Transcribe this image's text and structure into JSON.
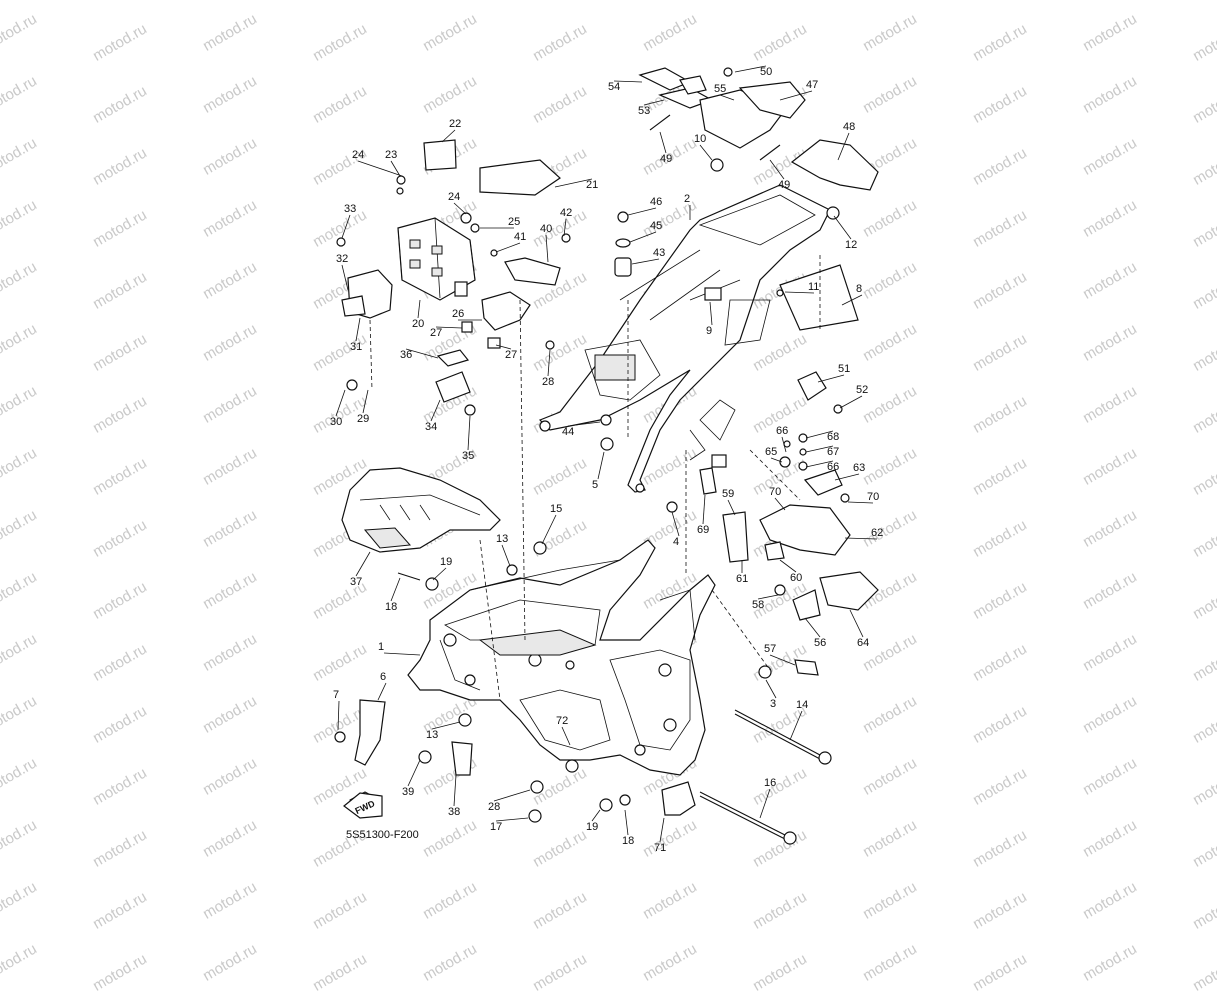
{
  "watermark": "motod.ru",
  "drawing_code": "5S51300-F200",
  "fwd_label": "FWD",
  "callouts": [
    {
      "id": "c1",
      "text": "1"
    },
    {
      "id": "c2",
      "text": "2"
    },
    {
      "id": "c3",
      "text": "3"
    },
    {
      "id": "c4",
      "text": "4"
    },
    {
      "id": "c5",
      "text": "5"
    },
    {
      "id": "c6",
      "text": "6"
    },
    {
      "id": "c7",
      "text": "7"
    },
    {
      "id": "c8",
      "text": "8"
    },
    {
      "id": "c9",
      "text": "9"
    },
    {
      "id": "c10",
      "text": "10"
    },
    {
      "id": "c11",
      "text": "11"
    },
    {
      "id": "c12",
      "text": "12"
    },
    {
      "id": "c13a",
      "text": "13"
    },
    {
      "id": "c13b",
      "text": "13"
    },
    {
      "id": "c14",
      "text": "14"
    },
    {
      "id": "c15",
      "text": "15"
    },
    {
      "id": "c16",
      "text": "16"
    },
    {
      "id": "c17",
      "text": "17"
    },
    {
      "id": "c18a",
      "text": "18"
    },
    {
      "id": "c18b",
      "text": "18"
    },
    {
      "id": "c19a",
      "text": "19"
    },
    {
      "id": "c19b",
      "text": "19"
    },
    {
      "id": "c20",
      "text": "20"
    },
    {
      "id": "c21",
      "text": "21"
    },
    {
      "id": "c22",
      "text": "22"
    },
    {
      "id": "c23",
      "text": "23"
    },
    {
      "id": "c24a",
      "text": "24"
    },
    {
      "id": "c24b",
      "text": "24"
    },
    {
      "id": "c25",
      "text": "25"
    },
    {
      "id": "c26",
      "text": "26"
    },
    {
      "id": "c27a",
      "text": "27"
    },
    {
      "id": "c27b",
      "text": "27"
    },
    {
      "id": "c28a",
      "text": "28"
    },
    {
      "id": "c28b",
      "text": "28"
    },
    {
      "id": "c29",
      "text": "29"
    },
    {
      "id": "c30",
      "text": "30"
    },
    {
      "id": "c31",
      "text": "31"
    },
    {
      "id": "c32",
      "text": "32"
    },
    {
      "id": "c33",
      "text": "33"
    },
    {
      "id": "c34",
      "text": "34"
    },
    {
      "id": "c35",
      "text": "35"
    },
    {
      "id": "c36",
      "text": "36"
    },
    {
      "id": "c37",
      "text": "37"
    },
    {
      "id": "c38",
      "text": "38"
    },
    {
      "id": "c39",
      "text": "39"
    },
    {
      "id": "c40",
      "text": "40"
    },
    {
      "id": "c41",
      "text": "41"
    },
    {
      "id": "c42",
      "text": "42"
    },
    {
      "id": "c43",
      "text": "43"
    },
    {
      "id": "c44",
      "text": "44"
    },
    {
      "id": "c45",
      "text": "45"
    },
    {
      "id": "c46",
      "text": "46"
    },
    {
      "id": "c47",
      "text": "47"
    },
    {
      "id": "c48",
      "text": "48"
    },
    {
      "id": "c49a",
      "text": "49"
    },
    {
      "id": "c49b",
      "text": "49"
    },
    {
      "id": "c50",
      "text": "50"
    },
    {
      "id": "c51",
      "text": "51"
    },
    {
      "id": "c52",
      "text": "52"
    },
    {
      "id": "c53",
      "text": "53"
    },
    {
      "id": "c54",
      "text": "54"
    },
    {
      "id": "c55",
      "text": "55"
    },
    {
      "id": "c56",
      "text": "56"
    },
    {
      "id": "c57",
      "text": "57"
    },
    {
      "id": "c58",
      "text": "58"
    },
    {
      "id": "c59",
      "text": "59"
    },
    {
      "id": "c60",
      "text": "60"
    },
    {
      "id": "c61",
      "text": "61"
    },
    {
      "id": "c62",
      "text": "62"
    },
    {
      "id": "c63",
      "text": "63"
    },
    {
      "id": "c64",
      "text": "64"
    },
    {
      "id": "c65",
      "text": "65"
    },
    {
      "id": "c66a",
      "text": "66"
    },
    {
      "id": "c66b",
      "text": "66"
    },
    {
      "id": "c67",
      "text": "67"
    },
    {
      "id": "c68",
      "text": "68"
    },
    {
      "id": "c69",
      "text": "69"
    },
    {
      "id": "c70a",
      "text": "70"
    },
    {
      "id": "c70b",
      "text": "70"
    },
    {
      "id": "c71",
      "text": "71"
    },
    {
      "id": "c72",
      "text": "72"
    }
  ]
}
